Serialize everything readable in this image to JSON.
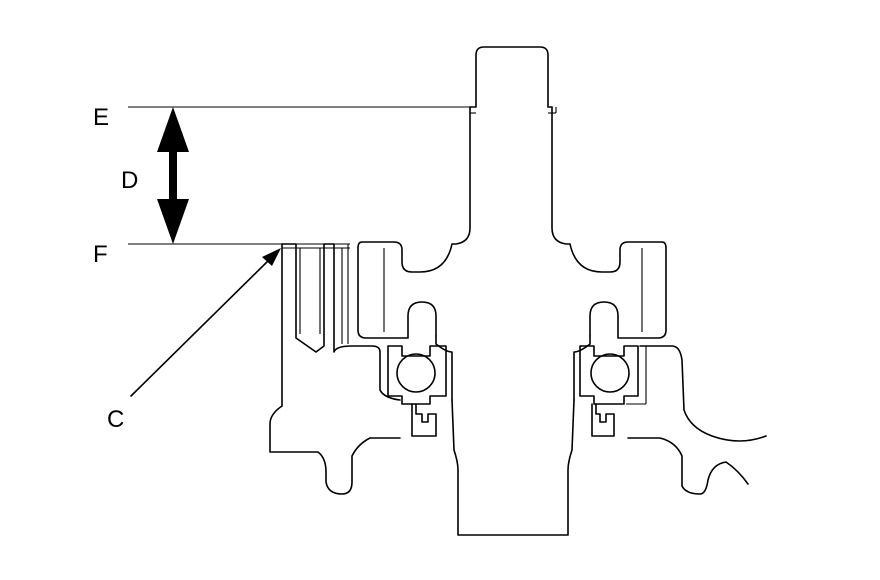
{
  "labels": {
    "e": "E",
    "d": "D",
    "f": "F",
    "c": "C"
  }
}
